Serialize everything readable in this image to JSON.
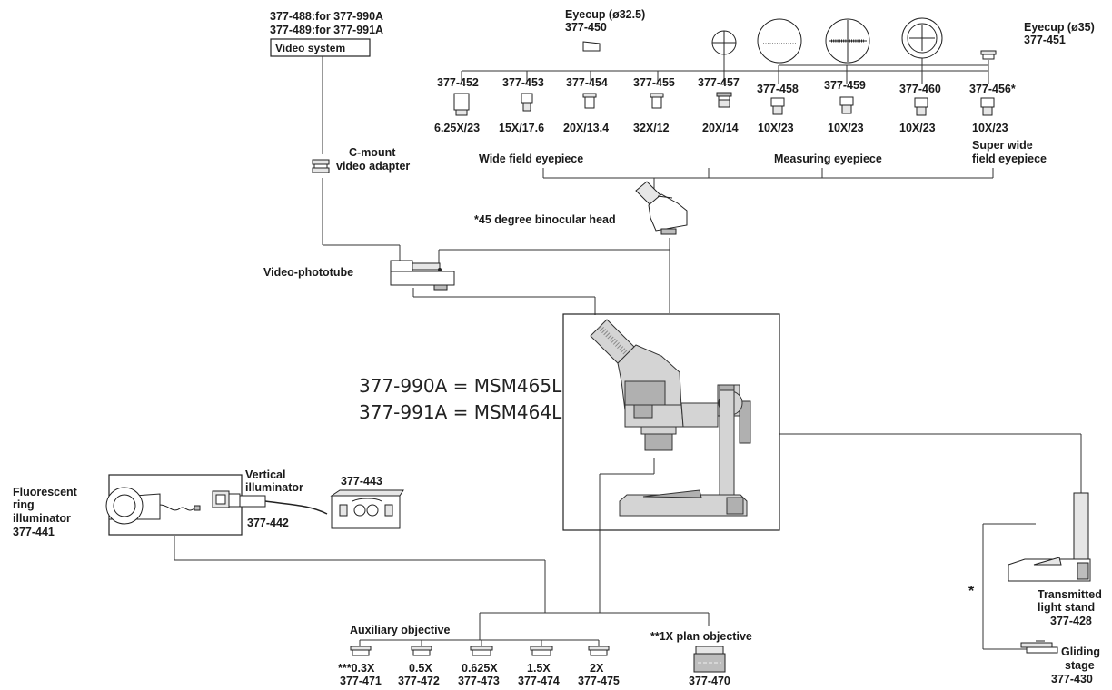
{
  "video": {
    "line1": "377-488:for 377-990A",
    "line2": "377-489:for 377-991A",
    "system": "Video system",
    "cmount1": "C-mount",
    "cmount2": "video adapter",
    "phototube": "Video-phototube"
  },
  "eyecups": {
    "left_title": "Eyecup (ø32.5)",
    "left_code": "377-450",
    "right_title": "Eyecup (ø35)",
    "right_code": "377-451"
  },
  "eyepieces": [
    {
      "code": "377-452",
      "spec": "6.25X/23"
    },
    {
      "code": "377-453",
      "spec": "15X/17.6"
    },
    {
      "code": "377-454",
      "spec": "20X/13.4"
    },
    {
      "code": "377-455",
      "spec": "32X/12"
    },
    {
      "code": "377-457",
      "spec": "20X/14"
    },
    {
      "code": "377-458",
      "spec": "10X/23"
    },
    {
      "code": "377-459",
      "spec": "10X/23"
    },
    {
      "code": "377-460",
      "spec": "10X/23"
    },
    {
      "code": "377-456*",
      "spec": "10X/23"
    }
  ],
  "groups": {
    "wide": "Wide field eyepiece",
    "measuring": "Measuring eyepiece",
    "super1": "Super wide",
    "super2": "field eyepiece"
  },
  "head": "*45 degree binocular head",
  "models": {
    "line1": "377-990A = MSM465L",
    "line2": "377-991A = MSM464L"
  },
  "illum": {
    "fl1": "Fluorescent",
    "fl2": "ring",
    "fl3": "illuminator",
    "fl_code": "377-441",
    "vert1": "Vertical",
    "vert2": "illuminator",
    "vert_code": "377-442",
    "psu_code": "377-443"
  },
  "objectives": {
    "aux_title": "Auxiliary objective",
    "items": [
      {
        "mag": "***0.3X",
        "code": "377-471"
      },
      {
        "mag": "0.5X",
        "code": "377-472"
      },
      {
        "mag": "0.625X",
        "code": "377-473"
      },
      {
        "mag": "1.5X",
        "code": "377-474"
      },
      {
        "mag": "2X",
        "code": "377-475"
      }
    ],
    "plan_title": "**1X plan objective",
    "plan_code": "377-470"
  },
  "stand": {
    "t1": "Transmitted",
    "t2": "light stand",
    "code": "377-428",
    "mark": "*",
    "g1": "Gliding",
    "g2": "stage",
    "gcode": "377-430"
  }
}
